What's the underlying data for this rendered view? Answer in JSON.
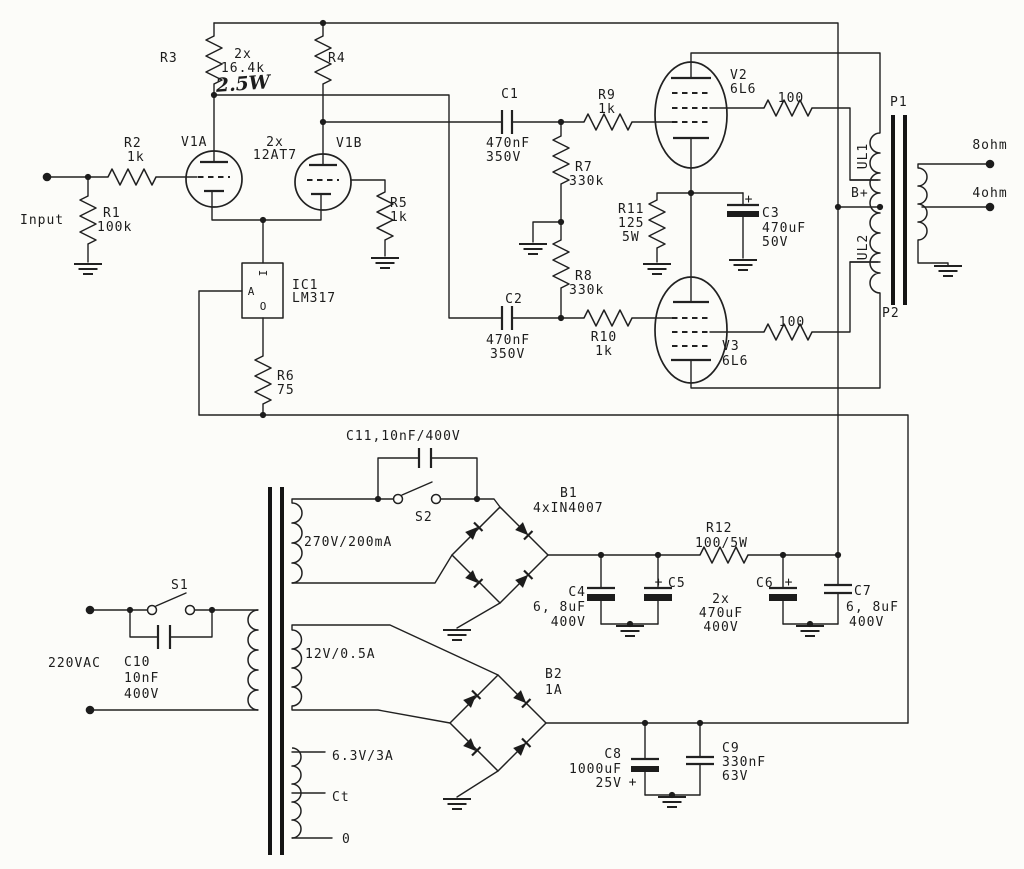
{
  "io": {
    "input": "Input",
    "mains": "220VAC",
    "out8": "8ohm",
    "out4": "4ohm"
  },
  "tubes": {
    "v1a": "V1A",
    "v1b": "V1B",
    "v1_qty": "2x",
    "v1_type": "12AT7",
    "v2": "V2",
    "v2_type": "6L6",
    "v3": "V3",
    "v3_type": "6L6"
  },
  "res": {
    "r1": {
      "name": "R1",
      "value": "100k"
    },
    "r2": {
      "name": "R2",
      "value": "1k"
    },
    "r3": {
      "name": "R3"
    },
    "r4": {
      "name": "R4"
    },
    "r34": {
      "qty": "2x",
      "value": "16.4k",
      "power": "2.5W"
    },
    "r5": {
      "name": "R5",
      "value": "1k"
    },
    "r6": {
      "name": "R6",
      "value": "75"
    },
    "r7": {
      "name": "R7",
      "value": "330k"
    },
    "r8": {
      "name": "R8",
      "value": "330k"
    },
    "r9": {
      "name": "R9",
      "value": "1k"
    },
    "r10": {
      "name": "R10",
      "value": "1k"
    },
    "r11": {
      "name": "R11",
      "value": "125",
      "power": "5W"
    },
    "r12": {
      "name": "R12",
      "value": "100/5W"
    },
    "screen_top": "100",
    "screen_bottom": "100"
  },
  "caps": {
    "c1": {
      "name": "C1",
      "value": "470nF",
      "voltage": "350V"
    },
    "c2": {
      "name": "C2",
      "value": "470nF",
      "voltage": "350V"
    },
    "c3": {
      "name": "C3",
      "value": "470uF",
      "voltage": "50V",
      "polarity": "+"
    },
    "c4": {
      "name": "C4",
      "value": "6, 8uF",
      "voltage": "400V"
    },
    "c5": {
      "name": "C5",
      "polarity": "+"
    },
    "c6": {
      "name": "C6",
      "polarity": "+"
    },
    "c56": {
      "qty": "2x",
      "value": "470uF",
      "voltage": "400V"
    },
    "c7": {
      "name": "C7",
      "value": "6, 8uF",
      "voltage": "400V"
    },
    "c8": {
      "name": "C8",
      "value": "1000uF",
      "voltage": "25V",
      "polarity": "+"
    },
    "c9": {
      "name": "C9",
      "value": "330nF",
      "voltage": "63V"
    },
    "c10": {
      "name": "C10",
      "value": "10nF",
      "voltage": "400V"
    },
    "c11": {
      "label": "C11,10nF/400V"
    }
  },
  "semis": {
    "ic1": {
      "name": "IC1",
      "type": "LM317",
      "pin_in": "I",
      "pin_adj": "A",
      "pin_out": "O"
    },
    "b1": {
      "name": "B1",
      "type": "4xIN4007"
    },
    "b2": {
      "name": "B2",
      "type": "1A"
    }
  },
  "sw": {
    "s1": "S1",
    "s2": "S2"
  },
  "opt": {
    "p1": "P1",
    "p2": "P2",
    "ul1": "UL1",
    "ul2": "UL2",
    "bplus": "B+"
  },
  "pt": {
    "hv": "270V/200mA",
    "lv": "12V/0.5A",
    "heater": "6.3V/3A",
    "ct": "Ct",
    "zero": "0"
  }
}
